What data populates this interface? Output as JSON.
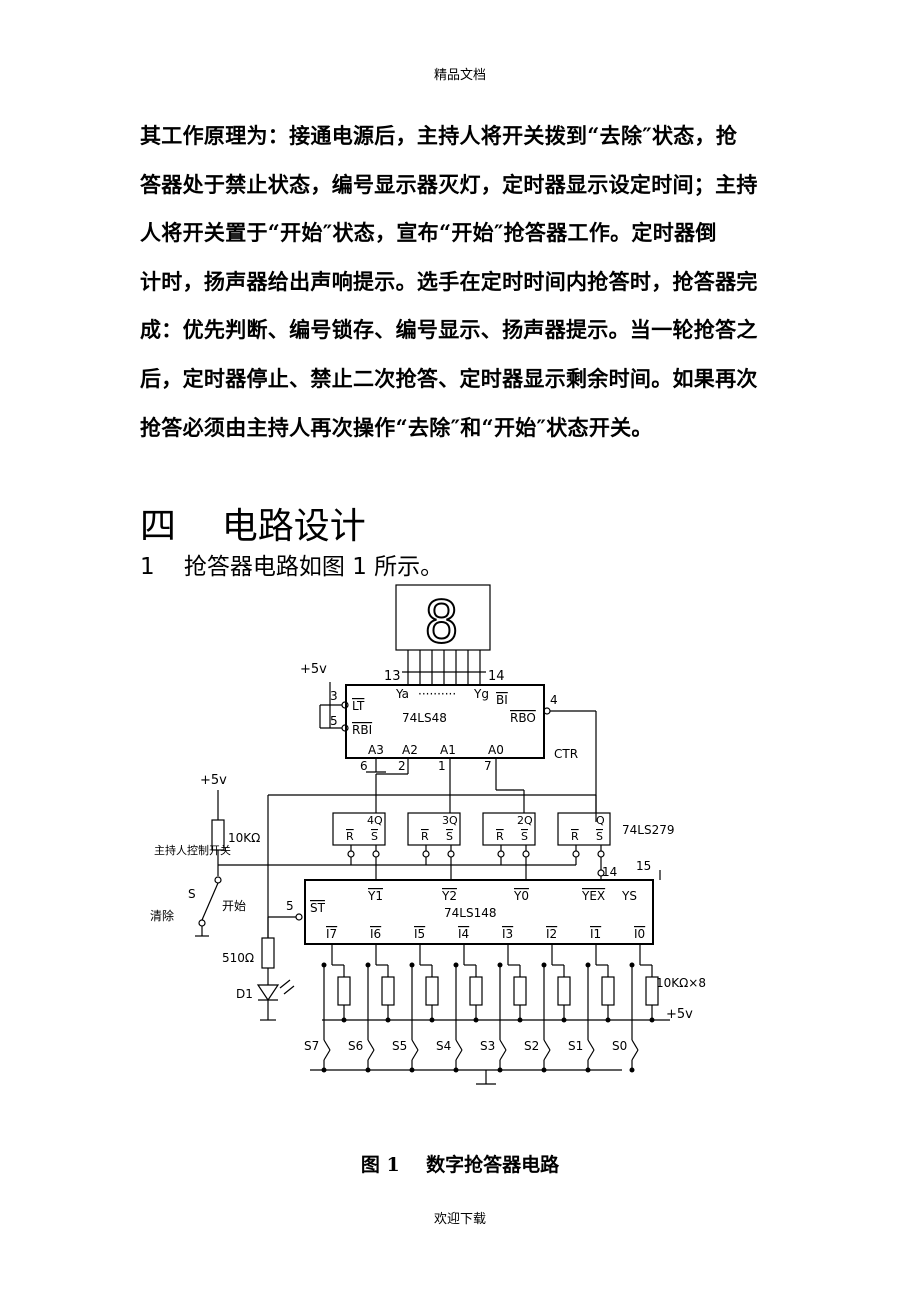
{
  "page": {
    "header": "精品文档",
    "footer": "欢迎下载"
  },
  "body": {
    "lines": [
      "其工作原理为：接通电源后，主持人将开关拨到“去除″状态，抢",
      "答器处于禁止状态，编号显示器灭灯，定时器显示设定时间；主持",
      "人将开关置于“开始″状态，宣布“开始″抢答器工作。定时器倒",
      "计时，扬声器给出声响提示。选手在定时时间内抢答时，抢答器完",
      "成：优先判断、编号锁存、编号显示、扬声器提示。当一轮抢答之",
      "后，定时器停止、禁止二次抢答、定时器显示剩余时间。如果再次",
      "抢答必须由主持人再次操作“去除″和“开始″状态开关。"
    ],
    "heading": "四    电路设计",
    "subheading": "1    抢答器电路如图 1 所示。"
  },
  "figure": {
    "caption": "图 1    数字抢答器电路",
    "display_digit": "8",
    "decoder_chip": "74LS48",
    "encoder_chip": "74LS148",
    "latch_chip": "74LS279",
    "ctr": "CTR",
    "vcc_top": "+5v",
    "vcc_left": "+5v",
    "vcc_bottom": "+5v",
    "r_host": "10KΩ",
    "r_led": "510Ω",
    "r_array": "10KΩ×8",
    "led": "D1",
    "host_switch_label": "主持人控制开关",
    "switch_s": "S",
    "switch_start": "开始",
    "switch_clear": "清除",
    "pin_13": "13",
    "pin_14_top": "14",
    "pin_3": "3",
    "pin_5_top": "5",
    "pin_4": "4",
    "pin_6": "6",
    "pin_2": "2",
    "pin_1": "1",
    "pin_7": "7",
    "pin_5_st": "5",
    "pin_14_ex": "14",
    "pin_15": "15",
    "lt": "LT",
    "rbi": "RBI",
    "ya": "Ya",
    "yg": "Yg",
    "dots": "··········",
    "bi": "BI",
    "rbo": "RBO",
    "a3": "A3",
    "a2": "A2",
    "a1": "A1",
    "a0": "A0",
    "latches": [
      {
        "q": "4Q",
        "r": "R",
        "s": "S"
      },
      {
        "q": "3Q",
        "r": "R",
        "s": "S"
      },
      {
        "q": "2Q",
        "r": "R",
        "s": "S"
      },
      {
        "q": "Q",
        "r": "R",
        "s": "S"
      }
    ],
    "st": "ST",
    "y1": "Y1",
    "y2": "Y2",
    "y0": "Y0",
    "yex": "YEX",
    "ys": "YS",
    "inputs": [
      "I7",
      "I6",
      "I5",
      "I4",
      "I3",
      "I2",
      "I1",
      "I0"
    ],
    "switches": [
      "S7",
      "S6",
      "S5",
      "S4",
      "S3",
      "S2",
      "S1",
      "S0"
    ]
  }
}
